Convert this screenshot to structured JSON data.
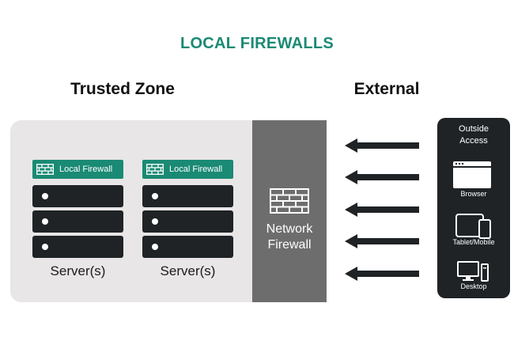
{
  "title": "LOCAL FIREWALLS",
  "zones": {
    "trusted": "Trusted Zone",
    "external": "External"
  },
  "network_firewall": {
    "line1": "Network",
    "line2": "Firewall"
  },
  "servers": [
    {
      "firewall_label": "Local Firewall",
      "label": "Server(s)"
    },
    {
      "firewall_label": "Local Firewall",
      "label": "Server(s)"
    }
  ],
  "outside": {
    "line1": "Outside",
    "line2": "Access",
    "devices": [
      {
        "label": "Browser",
        "icon": "browser-icon"
      },
      {
        "label": "Tablet/Mobile",
        "icon": "tablet-mobile-icon"
      },
      {
        "label": "Desktop",
        "icon": "desktop-icon"
      }
    ]
  },
  "arrow_count": 5,
  "colors": {
    "accent": "#1a8a74",
    "dark": "#1f2326",
    "zone_bg": "#e8e6e6",
    "network_fw": "#6d6d6d"
  }
}
